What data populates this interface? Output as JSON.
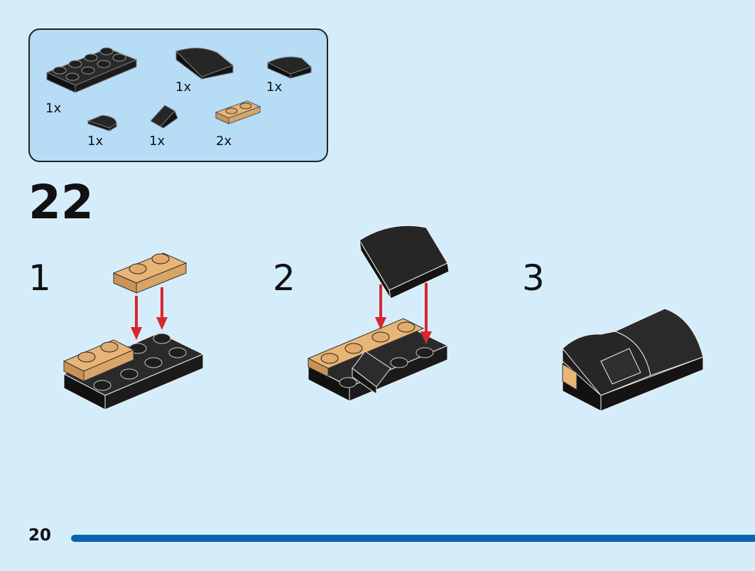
{
  "parts": [
    {
      "name": "plate-2x4-black",
      "qty": "1x",
      "color": "#1b1b1b"
    },
    {
      "name": "curved-slope-2x2-black",
      "qty": "1x",
      "color": "#1b1b1b"
    },
    {
      "name": "curved-slope-1x2-black",
      "qty": "1x",
      "color": "#1b1b1b"
    },
    {
      "name": "quarter-tile-black",
      "qty": "1x",
      "color": "#1b1b1b"
    },
    {
      "name": "slope-1x1-black",
      "qty": "1x",
      "color": "#1b1b1b"
    },
    {
      "name": "plate-1x2-tan",
      "qty": "2x",
      "color": "#e8b577"
    }
  ],
  "step": {
    "number": "22"
  },
  "substeps": [
    {
      "label": "1"
    },
    {
      "label": "2"
    },
    {
      "label": "3"
    }
  ],
  "footer": {
    "page_number": "20"
  },
  "colors": {
    "background": "#d5edfb",
    "parts_box": "#b6dcf6",
    "brick_black": "#1b1b1b",
    "brick_tan": "#e8b577",
    "arrow": "#d9262e",
    "progress": "#0b62b1"
  }
}
